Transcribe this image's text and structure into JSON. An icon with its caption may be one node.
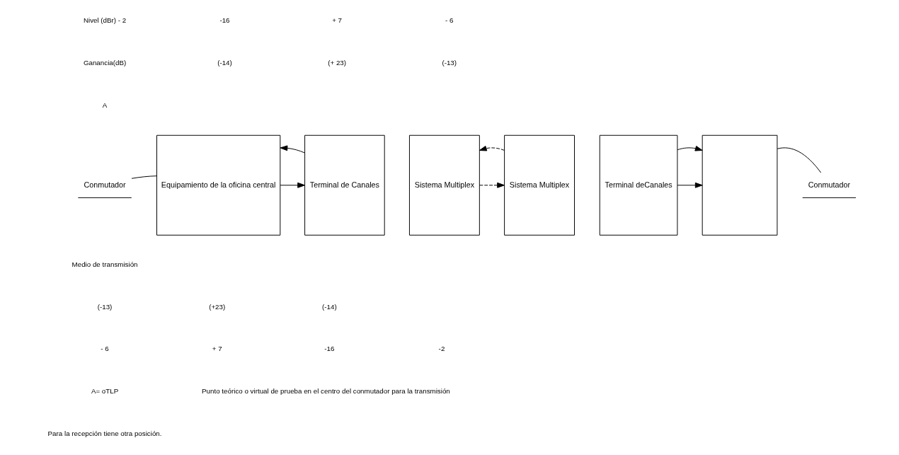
{
  "diagram": {
    "nodes": [
      {
        "text": [
          "Conmutador"
        ]
      },
      {
        "text": [
          "Equipamiento de la oficina central"
        ]
      },
      {
        "text": [
          "Terminal de Canales"
        ]
      },
      {
        "text": [
          "Sistema Multiplex"
        ]
      },
      {
        "text": [
          "Sistema Multiplex"
        ]
      },
      {
        "text": [
          "Terminal deCanales"
        ]
      },
      {
        "text": [],
        "shape": "box"
      },
      {
        "text": [
          "Conmutador"
        ]
      }
    ],
    "edges": [
      {
        "from": 0,
        "to": 1,
        "arrow": "none"
      },
      {
        "from": 1,
        "to": 2,
        "arrow": "to"
      },
      {
        "from": 2,
        "to": 1,
        "arrow": "to"
      },
      {
        "from": 3,
        "to": 4,
        "arrow": "to",
        "style": "dashed"
      },
      {
        "from": 4,
        "to": 3,
        "arrow": "to",
        "style": "dashed"
      },
      {
        "from": 5,
        "to": 6,
        "arrow": "to"
      },
      {
        "from": 5,
        "to": 6,
        "arrow": "to"
      },
      {
        "from": 6,
        "to": 7,
        "arrow": "none"
      }
    ],
    "labels": [
      "Nivel (dBr) - 2",
      "-16",
      "+ 7",
      "- 6",
      "Ganancia(dB)",
      "(-14)",
      "(+ 23)",
      "(-13)",
      "A",
      "Medio de transmisión",
      "(-13)",
      "(+23)",
      "(-14)",
      "- 6",
      "+ 7",
      "-16",
      "-2",
      "A= oTLP",
      "Punto teórico o virtual de prueba en el centro del conmutador para la transmisión",
      "Para la recepción tiene otra posición."
    ]
  }
}
